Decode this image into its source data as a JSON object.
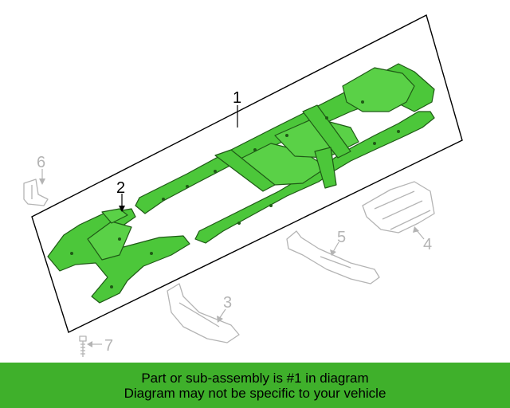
{
  "diagram": {
    "callouts": [
      {
        "id": "1",
        "label": "1"
      },
      {
        "id": "2",
        "label": "2"
      },
      {
        "id": "3",
        "label": "3"
      },
      {
        "id": "4",
        "label": "4"
      },
      {
        "id": "5",
        "label": "5"
      },
      {
        "id": "6",
        "label": "6"
      },
      {
        "id": "7",
        "label": "7"
      }
    ]
  },
  "banner": {
    "line1": "Part or sub-assembly is #1 in diagram",
    "line2": "Diagram may not be specific to your vehicle"
  },
  "colors": {
    "highlight": "#4cc73a",
    "highlight_dark": "#2e8a22",
    "banner_bg": "#3fb02b",
    "muted_part": "#b4b4b4",
    "outline": "#000000"
  }
}
